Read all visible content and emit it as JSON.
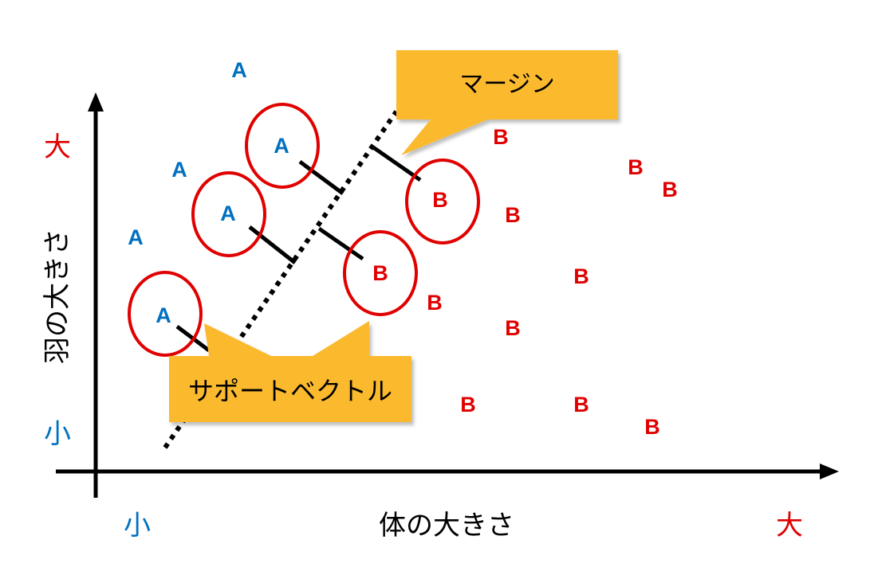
{
  "colors": {
    "class_a": "#0070c0",
    "class_b": "#e00000",
    "callout": "#fbb92f",
    "circle": "#e00000"
  },
  "axes": {
    "x_label": "体の大きさ",
    "x_low": "小",
    "x_high": "大",
    "y_label": "羽の大きさ",
    "y_low": "小",
    "y_high": "大"
  },
  "points": {
    "a_label": "A",
    "b_label": "B"
  },
  "callouts": {
    "margin": "マージン",
    "support_vector": "サポートベクトル"
  }
}
